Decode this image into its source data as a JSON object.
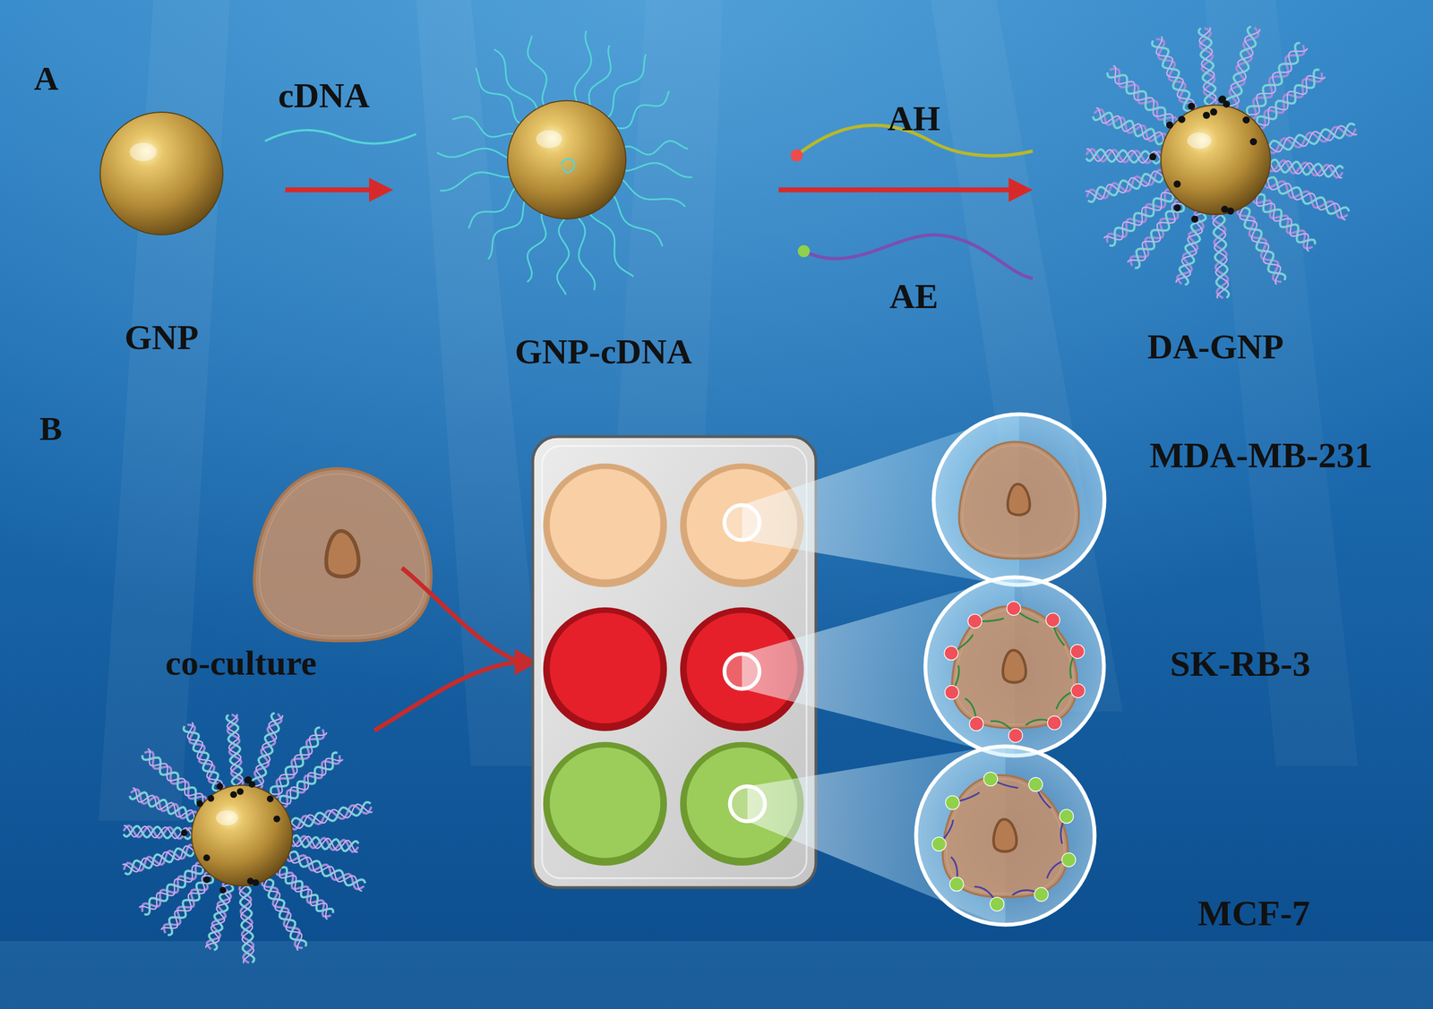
{
  "diagram": {
    "nodes": [
      {
        "text": [
          "GNP"
        ]
      },
      {
        "text": [
          "GNP-cDNA"
        ]
      },
      {
        "text": [
          "DA-GNP"
        ]
      },
      {
        "text": [
          "MDA-MB-231"
        ]
      },
      {
        "text": [
          "SK-RB-3"
        ]
      },
      {
        "text": [
          "MCF-7"
        ]
      }
    ],
    "edges": [
      {
        "from": 0,
        "to": 1,
        "arrow": "to",
        "label": "cDNA"
      },
      {
        "from": 1,
        "to": 2,
        "arrow": "to"
      }
    ],
    "labels": [
      "A",
      "AH",
      "AE",
      "B",
      "co-culture"
    ]
  }
}
